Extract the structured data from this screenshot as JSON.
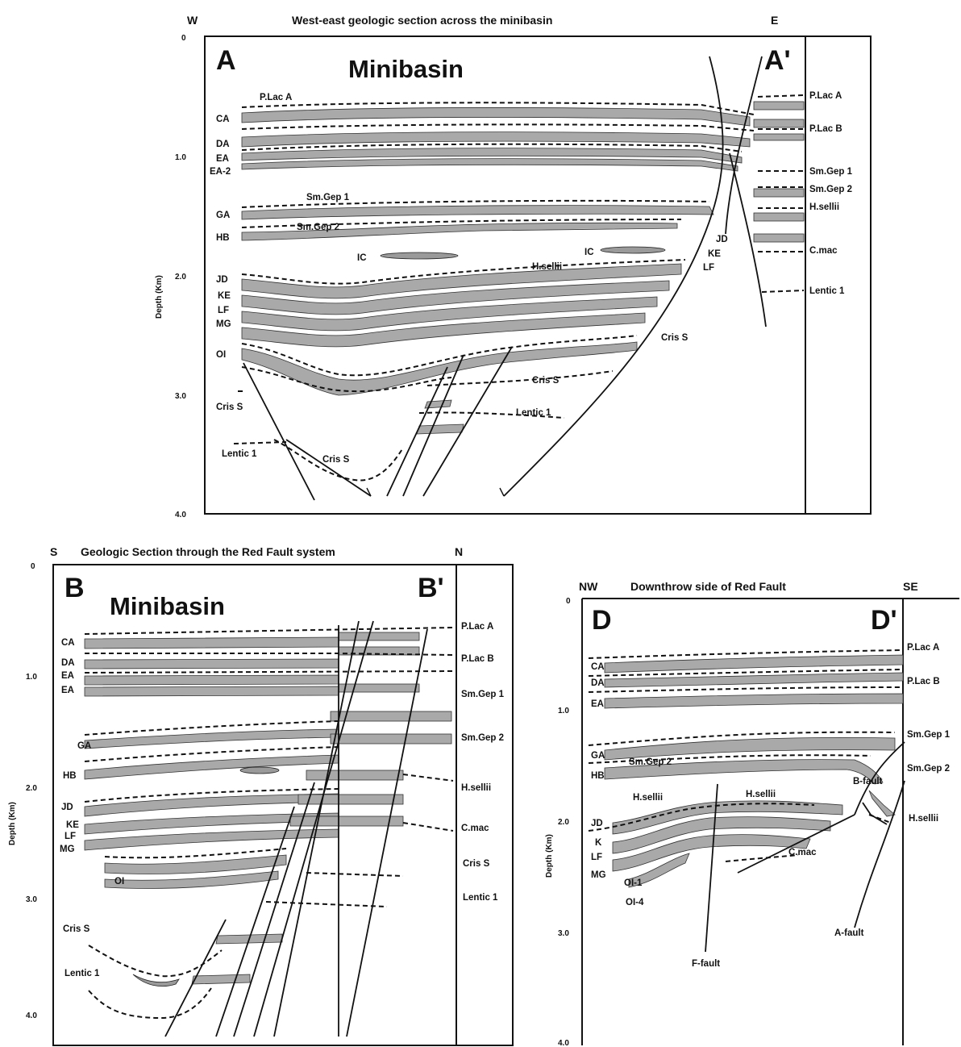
{
  "panelA": {
    "west": "W",
    "east": "E",
    "title": "West-east geologic section across the minibasin",
    "axis_label": "Depth (Km)",
    "ticks": [
      "0",
      "1.0",
      "2.0",
      "3.0",
      "4.0"
    ],
    "left_letter": "A",
    "right_letter": "A'",
    "basin_label": "Minibasin",
    "left_labels": [
      "CA",
      "DA",
      "EA",
      "EA-2",
      "GA",
      "HB",
      "JD",
      "KE",
      "LF",
      "MG",
      "OI"
    ],
    "right_labels": [
      "P.Lac A",
      "P.Lac B",
      "Sm.Gep 1",
      "Sm.Gep 2",
      "H.sellii",
      "C.mac",
      "Lentic 1"
    ],
    "inner_labels": [
      "P.Lac A",
      "Sm.Gep 1",
      "Sm.Gep 2",
      "IC",
      "IC",
      "H.sellii",
      "JD",
      "KE",
      "LF",
      "Cris S",
      "Cris S",
      "Lentic 1",
      "Cris S",
      "Lentic 1",
      "Cris S"
    ]
  },
  "panelB": {
    "south": "S",
    "north": "N",
    "title": "Geologic Section  through the Red Fault system",
    "axis_label": "Depth (Km)",
    "ticks": [
      "0",
      "1.0",
      "2.0",
      "3.0",
      "4.0"
    ],
    "left_letter": "B",
    "right_letter": "B'",
    "basin_label": "Minibasin",
    "left_labels": [
      "CA",
      "DA",
      "EA",
      "EA",
      "GA",
      "HB",
      "JD",
      "KE",
      "LF",
      "MG",
      "OI",
      "Cris S",
      "Lentic 1"
    ],
    "right_labels": [
      "P.Lac A",
      "P.Lac B",
      "Sm.Gep 1",
      "Sm.Gep 2",
      "H.sellii",
      "C.mac",
      "Cris S",
      "Lentic 1"
    ]
  },
  "panelD": {
    "northwest": "NW",
    "southeast": "SE",
    "title": "Downthrow side of Red Fault",
    "axis_label": "Depth (Km)",
    "ticks": [
      "0",
      "1.0",
      "2.0",
      "3.0",
      "4.0"
    ],
    "left_letter": "D",
    "right_letter": "D'",
    "left_labels": [
      "CA",
      "DA",
      "EA",
      "GA",
      "HB",
      "JD",
      "K",
      "LF",
      "MG"
    ],
    "right_labels": [
      "P.Lac A",
      "P.Lac B",
      "Sm.Gep 1",
      "Sm.Gep 2",
      "H.sellii"
    ],
    "inner_labels": [
      "Sm.Gep 2",
      "H.sellii",
      "H.sellii",
      "B-fault",
      "C.mac",
      "OI-1",
      "OI-4",
      "A-fault",
      "F-fault"
    ]
  }
}
